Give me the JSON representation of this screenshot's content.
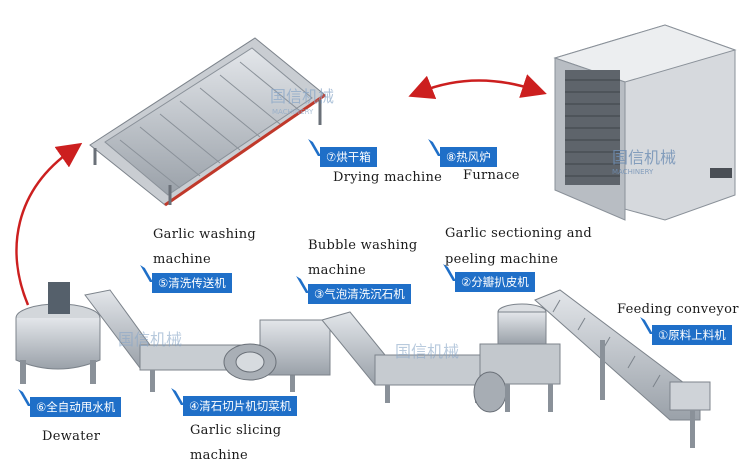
{
  "machines": {
    "drying": {
      "en": "Drying machine",
      "tag": "⑦烘干箱"
    },
    "furnace": {
      "en": "Furnace",
      "tag": "⑧热风炉"
    },
    "washing": {
      "en_line1": "Garlic washing",
      "en_line2": "machine",
      "tag": "⑤清洗传送机"
    },
    "bubble": {
      "en_line1": "Bubble washing",
      "en_line2": "machine",
      "tag": "③气泡清洗沉石机"
    },
    "sectioning": {
      "en_line1": "Garlic sectioning and",
      "en_line2": "peeling machine",
      "tag": "②分瓣扒皮机"
    },
    "feeding": {
      "en": "Feeding conveyor",
      "tag": "①原料上料机"
    },
    "dewater": {
      "en": "Dewater",
      "tag": "⑥全自动甩水机"
    },
    "slicing": {
      "en_line1": "Garlic slicing",
      "en_line2": "machine",
      "tag": "④清石切片机切菜机"
    }
  },
  "watermark": {
    "cn": "国信机械",
    "en": "MACHINERY"
  },
  "colors": {
    "accent": "#1f6fc8",
    "arrow": "#cc1f1f",
    "steel": "#b9bfc6"
  }
}
